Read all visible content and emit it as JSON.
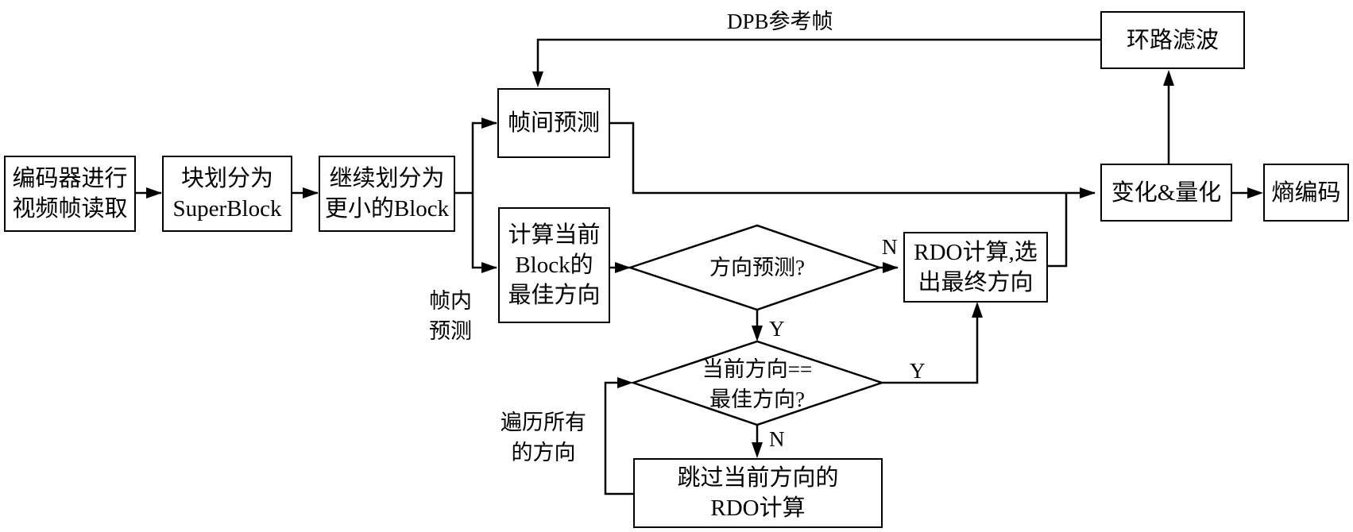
{
  "nodes": {
    "read_frame": "编码器进行\n视频帧读取",
    "split_superblock": "块划分为\nSuperBlock",
    "split_block": "继续划分为\n更小的Block",
    "inter_prediction": "帧间预测",
    "calc_best_direction": "计算当前\nBlock的\n最佳方向",
    "direction_decision": "方向预测?",
    "rdo_select": "RDO计算,选\n出最终方向",
    "current_equals_best": "当前方向==\n最佳方向?",
    "skip_rdo": "跳过当前方向的\nRDO计算",
    "transform_quant": "变化&量化",
    "entropy_coding": "熵编码",
    "loop_filter": "环路滤波"
  },
  "labels": {
    "dpb_reference": "DPB参考帧",
    "intra_prediction": "帧内\n预测",
    "iterate_directions": "遍历所有\n的方向",
    "n_to_rdo": "N",
    "y_to_equal": "Y",
    "y_to_rdo": "Y",
    "n_to_skip": "N"
  }
}
